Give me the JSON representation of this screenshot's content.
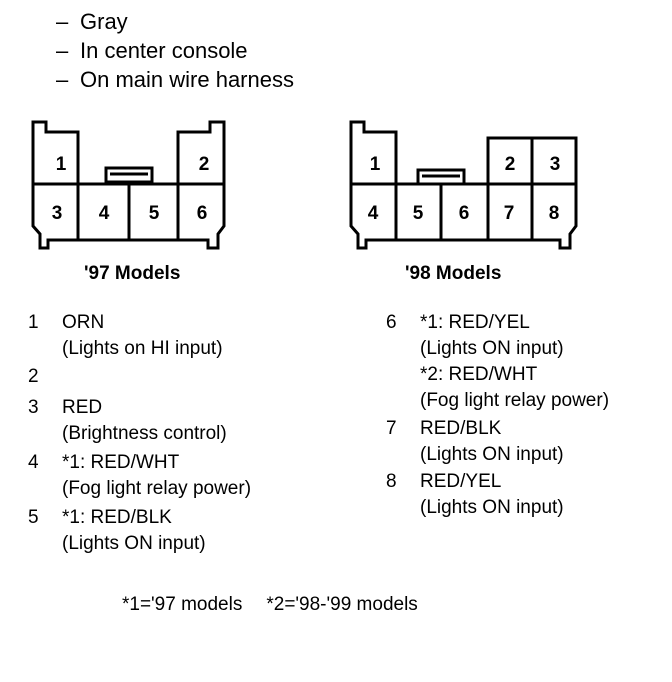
{
  "header": {
    "lines": [
      "Gray",
      "In center console",
      "On main wire harness"
    ],
    "dash": "–"
  },
  "connector_97": {
    "label": "'97 Models",
    "top_pins": [
      "1",
      "2"
    ],
    "bottom_pins": [
      "3",
      "4",
      "5",
      "6"
    ]
  },
  "connector_98": {
    "label": "'98 Models",
    "top_pins": [
      "1",
      "2",
      "3"
    ],
    "bottom_pins": [
      "4",
      "5",
      "6",
      "7",
      "8"
    ]
  },
  "pins_left": [
    {
      "num": "1",
      "lines": [
        "ORN",
        "(Lights on HI input)"
      ]
    },
    {
      "num": "2",
      "lines": []
    },
    {
      "num": "3",
      "lines": [
        "RED",
        "(Brightness control)"
      ]
    },
    {
      "num": "4",
      "lines": [
        "*1: RED/WHT",
        "(Fog light relay power)"
      ]
    },
    {
      "num": "5",
      "lines": [
        "*1: RED/BLK",
        "(Lights ON input)"
      ]
    }
  ],
  "pins_right": [
    {
      "num": "6",
      "lines": [
        "*1: RED/YEL",
        "(Lights ON input)",
        "*2: RED/WHT",
        "(Fog light relay power)"
      ]
    },
    {
      "num": "7",
      "lines": [
        "RED/BLK",
        "(Lights ON input)"
      ]
    },
    {
      "num": "8",
      "lines": [
        "RED/YEL",
        "(Lights ON input)"
      ]
    }
  ],
  "footnotes": [
    "*1='97 models",
    "*2='98-'99 models"
  ]
}
